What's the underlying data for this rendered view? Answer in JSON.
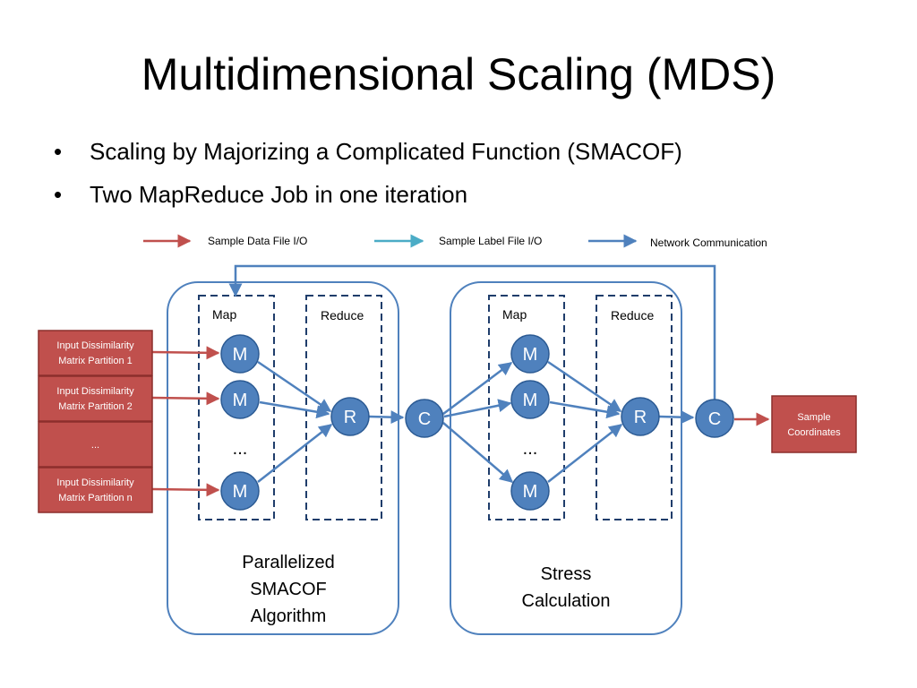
{
  "title": "Multidimensional Scaling (MDS)",
  "bullets": [
    "Scaling by Majorizing a Complicated Function (SMACOF)",
    "Two MapReduce Job in one iteration"
  ],
  "legend": {
    "data_io": "Sample Data File I/O",
    "label_io": "Sample Label File I/O",
    "network": "Network Communication"
  },
  "inputs": [
    [
      "Input Dissimilarity",
      "Matrix Partition 1"
    ],
    [
      "Input Dissimilarity",
      "Matrix Partition 2"
    ],
    [
      "..."
    ],
    [
      "Input Dissimilarity",
      "Matrix Partition n"
    ]
  ],
  "output": [
    "Sample",
    "Coordinates"
  ],
  "groups": {
    "map": "Map",
    "reduce": "Reduce"
  },
  "nodes": {
    "map": "M",
    "reduce": "R",
    "combine": "C",
    "ellipsis": "..."
  },
  "stages": [
    [
      "Parallelized",
      "SMACOF",
      "Algorithm"
    ],
    [
      "Stress",
      "Calculation"
    ]
  ],
  "colors": {
    "red": "#c0504d",
    "blue": "#4f81bd",
    "teal": "#4bacc6",
    "frame": "#2c5b94",
    "dash": "#1f3d6b"
  }
}
